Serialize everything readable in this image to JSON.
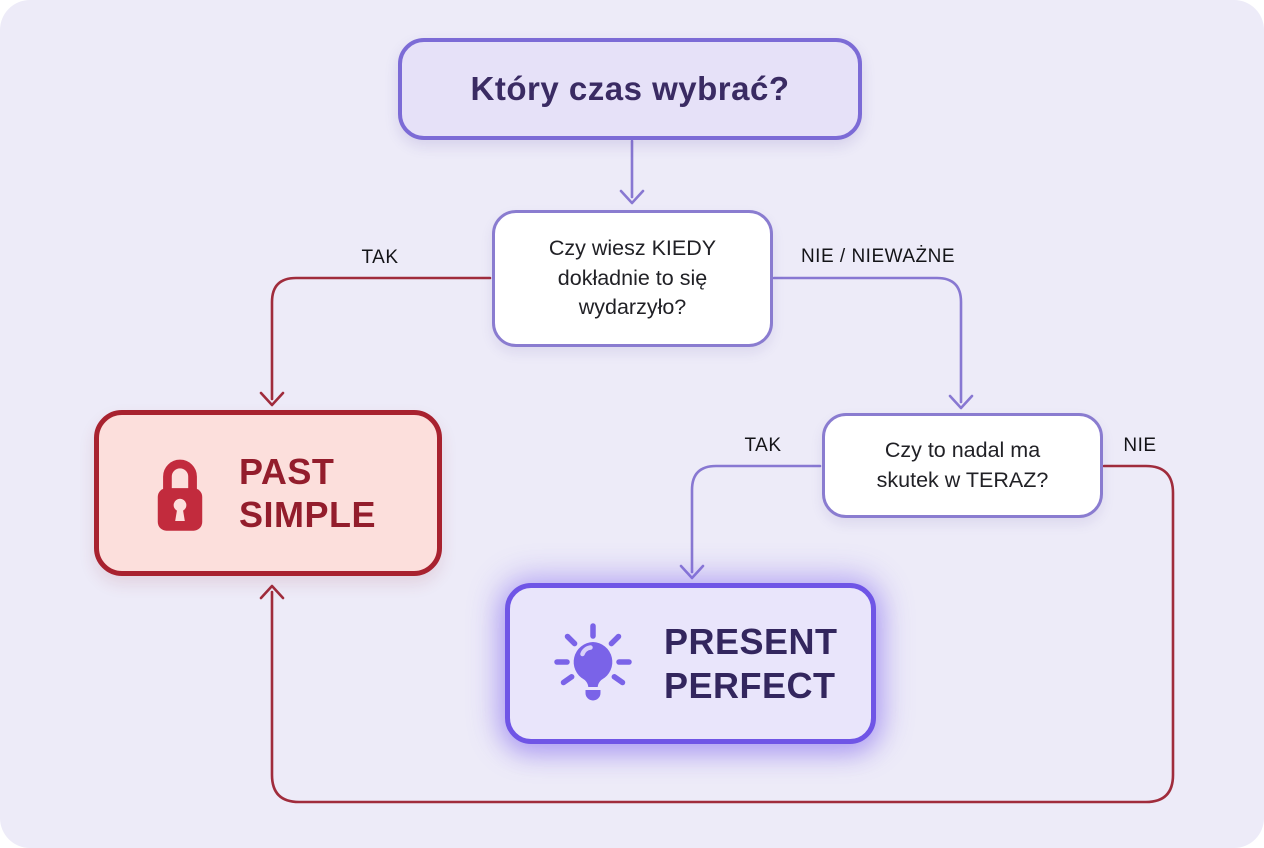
{
  "colors": {
    "canvas_bg": "#edebf8",
    "title_fill": "#e6e1f8",
    "title_text": "#3a2b63",
    "purple_border": "#7c6bd6",
    "q_border": "#8a7cd0",
    "q_text": "#212126",
    "label_text": "#141418",
    "past_fill": "#fcdfdc",
    "past_border": "#a8222f",
    "past_text": "#931d2c",
    "past_icon": "#c22b3d",
    "perfect_fill": "#e9e5fb",
    "perfect_border": "#6f55e6",
    "perfect_text": "#33265e",
    "perfect_icon": "#7a63e8",
    "connector_red": "#a02c3c",
    "connector_purple": "#8878d2"
  },
  "nodes": {
    "title": {
      "label": "Który czas wybrać?"
    },
    "q1": {
      "label": "Czy wiesz KIEDY\ndokładnie to się\nwydarzyło?"
    },
    "q2": {
      "label": "Czy to nadal ma\nskutek w TERAZ?"
    },
    "past_simple": {
      "label": "PAST\nSIMPLE",
      "icon": "lock-icon"
    },
    "present_perfect": {
      "label": "PRESENT\nPERFECT",
      "icon": "lightbulb-icon"
    }
  },
  "edges": {
    "q1_yes": {
      "label": "TAK"
    },
    "q1_no": {
      "label": "NIE / NIEWAŻNE"
    },
    "q2_yes": {
      "label": "TAK"
    },
    "q2_no": {
      "label": "NIE"
    }
  }
}
